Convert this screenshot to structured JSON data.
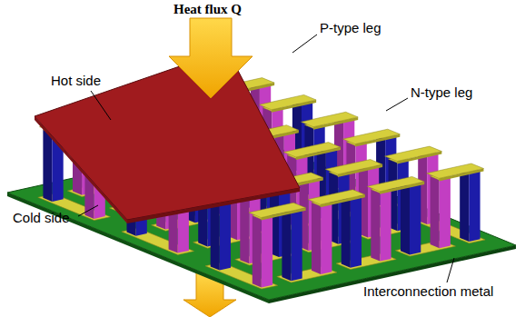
{
  "diagram": {
    "labels": [
      "Heat flux Q",
      "Hot side",
      "P-type leg",
      "N-type leg",
      "Cold side",
      "Interconnection metal"
    ]
  }
}
